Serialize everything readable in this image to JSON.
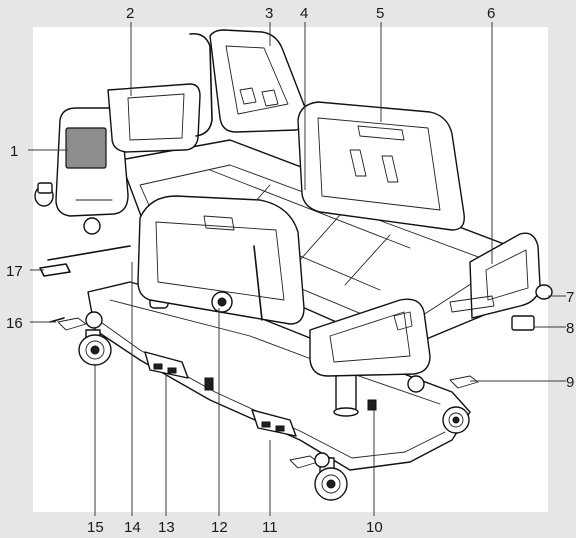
{
  "diagram": {
    "callouts": [
      {
        "id": "1",
        "label": "1"
      },
      {
        "id": "2",
        "label": "2"
      },
      {
        "id": "3",
        "label": "3"
      },
      {
        "id": "4",
        "label": "4"
      },
      {
        "id": "5",
        "label": "5"
      },
      {
        "id": "6",
        "label": "6"
      },
      {
        "id": "7",
        "label": "7"
      },
      {
        "id": "8",
        "label": "8"
      },
      {
        "id": "9",
        "label": "9"
      },
      {
        "id": "10",
        "label": "10"
      },
      {
        "id": "11",
        "label": "11"
      },
      {
        "id": "12",
        "label": "12"
      },
      {
        "id": "13",
        "label": "13"
      },
      {
        "id": "14",
        "label": "14"
      },
      {
        "id": "15",
        "label": "15"
      },
      {
        "id": "16",
        "label": "16"
      },
      {
        "id": "17",
        "label": "17"
      }
    ],
    "colors": {
      "background": "#e6e6e6",
      "panel": "#ffffff",
      "line": "#111111",
      "screen": "#8d8d8d"
    }
  }
}
